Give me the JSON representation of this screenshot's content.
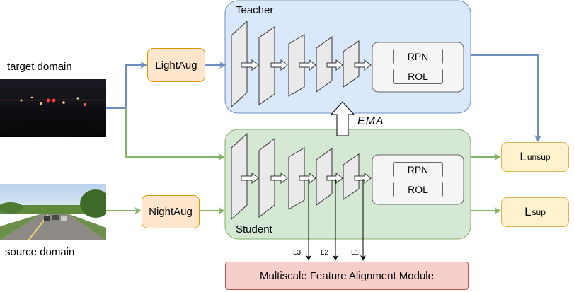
{
  "teacher": {
    "label": "Teacher",
    "rpn": "RPN",
    "rol": "ROL"
  },
  "student": {
    "label": "Student",
    "rpn": "RPN",
    "rol": "ROL"
  },
  "inputs": {
    "target_label": "target domain",
    "source_label": "source domain"
  },
  "augmentations": {
    "light": "LightAug",
    "night": "NightAug"
  },
  "ema_label": "EMA",
  "losses": {
    "unsup_base": "L",
    "unsup_sub": "unsup",
    "sup_base": "L",
    "sup_sub": "sup"
  },
  "alignment": {
    "module_label": "Multiscale Feature Alignment Module",
    "levels": [
      "L3",
      "L2",
      "L1"
    ]
  },
  "colors": {
    "teacher_fill": "#dae8fc",
    "teacher_border": "#6c8ebf",
    "student_fill": "#d5e8d4",
    "student_border": "#82b366",
    "blue_arrow": "#6c8ebf",
    "green_arrow": "#82b366"
  }
}
